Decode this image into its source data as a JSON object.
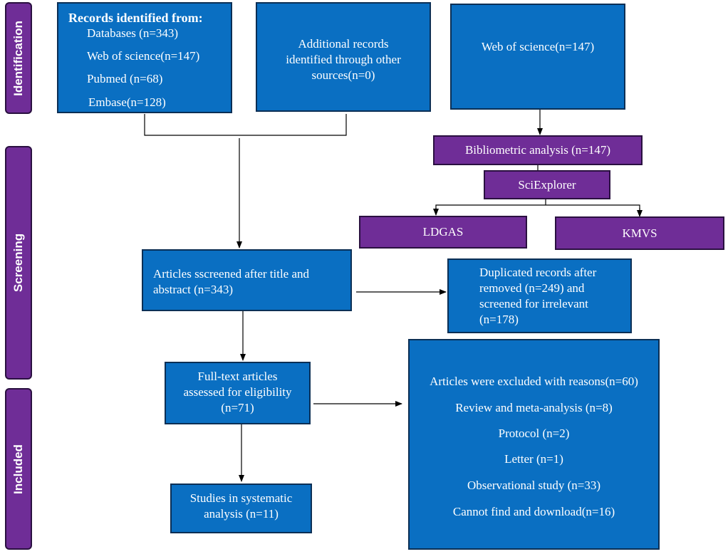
{
  "phases": {
    "identification": "Identification",
    "screening": "Screening",
    "included": "Included"
  },
  "records_box": {
    "heading": "Records identified from:",
    "lines": [
      "Databases (n=343)",
      "Web of science(n=147)",
      "Pubmed (n=68)",
      "Embase(n=128)"
    ]
  },
  "additional_box": {
    "lines": [
      "Additional records",
      "identified through other",
      "sources(n=0)"
    ]
  },
  "wos_box": {
    "text": "Web of science(n=147)"
  },
  "bibliometric": {
    "text": "Bibliometric analysis (n=147)"
  },
  "sciexplorer": {
    "text": "SciExplorer"
  },
  "ldgas": {
    "text": "LDGAS"
  },
  "kmvs": {
    "text": "KMVS"
  },
  "screened_box": {
    "lines": [
      "Articles sscreened after title and",
      "abstract (n=343)"
    ]
  },
  "duplicates_box": {
    "lines": [
      "Duplicated records after",
      "removed (n=249) and",
      "screened for irrelevant",
      "(n=178)"
    ]
  },
  "fulltext_box": {
    "lines": [
      "Full-text articles",
      "assessed for eligibility",
      "(n=71)"
    ]
  },
  "excluded_box": {
    "lines": [
      "Articles were excluded with reasons(n=60)",
      "Review and meta-analysis (n=8)",
      "Protocol (n=2)",
      "Letter (n=1)",
      "Observational study (n=33)",
      "Cannot find and download(n=16)"
    ]
  },
  "included_box": {
    "lines": [
      "Studies in systematic",
      "analysis (n=11)"
    ]
  },
  "colors": {
    "box_blue": "#0a6fc2",
    "box_purple": "#6f2d97",
    "arrow": "#000000"
  }
}
